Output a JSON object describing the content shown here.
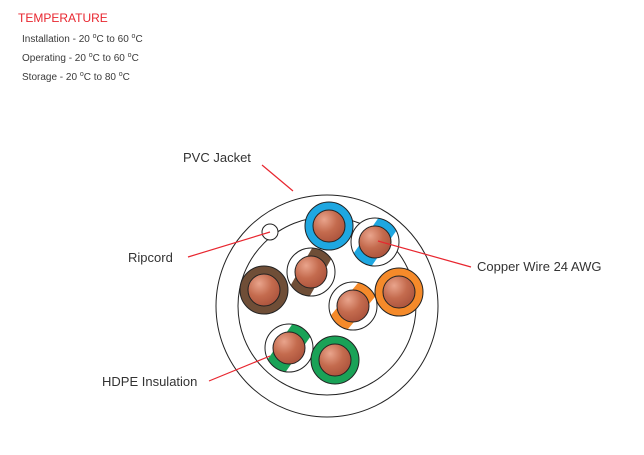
{
  "temperature": {
    "title": "TEMPERATURE",
    "rows": [
      {
        "name": "Installation",
        "sep": " - 20 ",
        "unit1": "C to 60 ",
        "unit2": "C",
        "deg": "o"
      },
      {
        "name": "Operating",
        "sep": " - 20 ",
        "unit1": "C to 60 ",
        "unit2": "C",
        "deg": "o"
      },
      {
        "name": "Storage",
        "sep": " - 20 ",
        "unit1": "C to 80 ",
        "unit2": "C",
        "deg": "o"
      }
    ]
  },
  "labels": {
    "pvc_jacket": "PVC Jacket",
    "ripcord": "Ripcord",
    "copper_wire": "Copper Wire 24 AWG",
    "hdpe_insulation": "HDPE Insulation"
  },
  "colors": {
    "accent_red": "#e8262f",
    "blue": "#1ea7e1",
    "brown": "#6f4e37",
    "orange": "#f58a2a",
    "green": "#1aa257",
    "copper": "#c0674a",
    "outline": "#222222"
  },
  "wires": [
    {
      "name": "wire-blue-solid",
      "color": "blue",
      "type": "solid"
    },
    {
      "name": "wire-blue-striped",
      "color": "blue",
      "type": "striped"
    },
    {
      "name": "wire-brown-solid",
      "color": "brown",
      "type": "solid"
    },
    {
      "name": "wire-brown-striped",
      "color": "brown",
      "type": "striped"
    },
    {
      "name": "wire-orange-solid",
      "color": "orange",
      "type": "solid"
    },
    {
      "name": "wire-orange-striped",
      "color": "orange",
      "type": "striped"
    },
    {
      "name": "wire-green-striped",
      "color": "green",
      "type": "striped"
    },
    {
      "name": "wire-green-solid",
      "color": "green",
      "type": "solid"
    }
  ]
}
